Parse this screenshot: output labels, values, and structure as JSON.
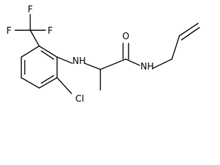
{
  "molecule": {
    "atoms": {
      "f_top": "F",
      "f_left": "F",
      "f_right": "F",
      "nh_amine": "NH",
      "o_carbonyl": "O",
      "nh_amide": "NH",
      "cl": "Cl"
    }
  }
}
